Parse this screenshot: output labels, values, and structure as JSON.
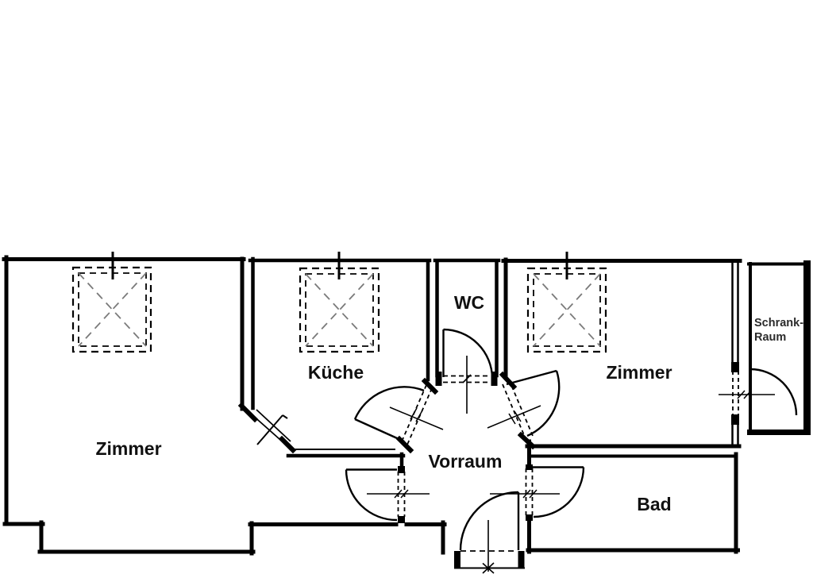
{
  "page": {
    "background": "#ffffff",
    "line_color": "#000000",
    "skylight_diagonal_color": "#7a7a7a"
  },
  "floorplan": {
    "type": "apartment-floor-plan",
    "rooms": [
      {
        "id": "zimmer-left",
        "label": "Zimmer"
      },
      {
        "id": "kueche",
        "label": "Küche"
      },
      {
        "id": "wc",
        "label": "WC"
      },
      {
        "id": "vorraum",
        "label": "Vorraum"
      },
      {
        "id": "zimmer-right",
        "label": "Zimmer"
      },
      {
        "id": "bad",
        "label": "Bad"
      },
      {
        "id": "schrankraum",
        "label_line1": "Schrank-",
        "label_line2": "Raum"
      }
    ],
    "features": {
      "skylights": 3,
      "doors": [
        "wc-door",
        "kueche-door",
        "zimmer-right-door",
        "zimmer-left-door",
        "bad-door",
        "entrance-door",
        "schrankraum-door"
      ],
      "windows": [
        "kueche-corner-window"
      ]
    }
  }
}
